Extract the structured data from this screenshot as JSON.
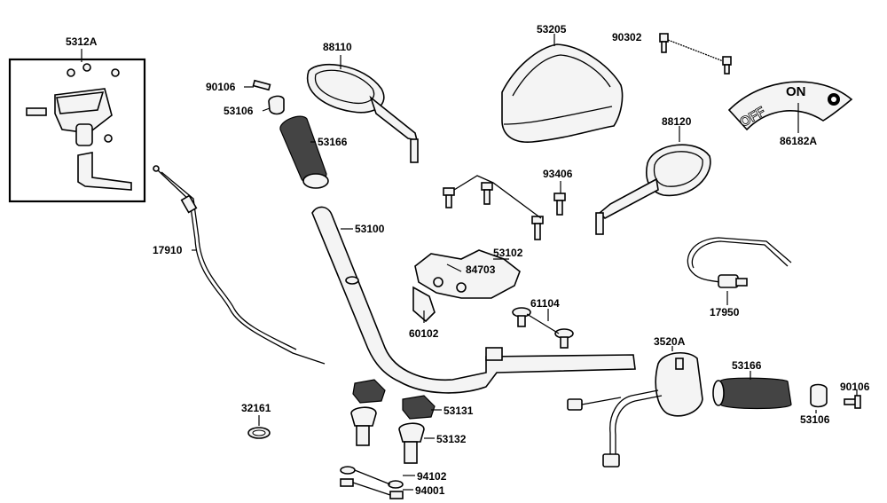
{
  "labels": {
    "l5312A": "5312A",
    "l88110": "88110",
    "l53205": "53205",
    "l90302": "90302",
    "l90106a": "90106",
    "l53106a": "53106",
    "l53166a": "53166",
    "l88120": "88120",
    "l86182A": "86182A",
    "l93406": "93406",
    "l53100": "53100",
    "l17910": "17910",
    "l53102": "53102",
    "l84703": "84703",
    "l61104": "61104",
    "l60102": "60102",
    "l17950": "17950",
    "l3520A": "3520A",
    "l53166b": "53166",
    "l90106b": "90106",
    "l53106b": "53106",
    "l32161": "32161",
    "l53131": "53131",
    "l53132": "53132",
    "l94102": "94102",
    "l94001": "94001"
  },
  "decal": {
    "off": "OFF",
    "on": "ON"
  }
}
